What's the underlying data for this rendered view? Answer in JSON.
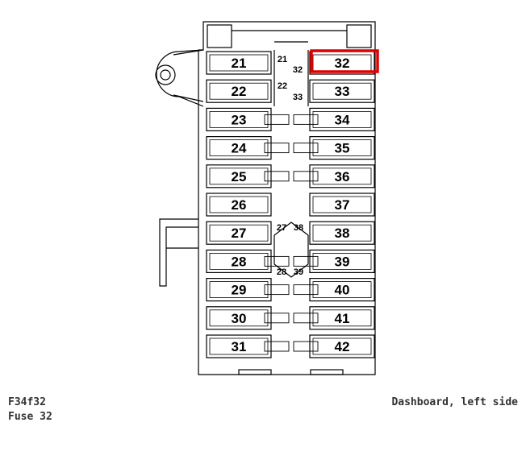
{
  "fusebox": {
    "left_column": [
      "21",
      "22",
      "23",
      "24",
      "25",
      "26",
      "27",
      "28",
      "29",
      "30",
      "31"
    ],
    "right_column": [
      "32",
      "33",
      "34",
      "35",
      "36",
      "37",
      "38",
      "39",
      "40",
      "41",
      "42"
    ],
    "small_labels": {
      "a": [
        "21",
        "32"
      ],
      "b": [
        "22",
        "33"
      ],
      "c": [
        "27",
        "38"
      ],
      "d": [
        "28",
        "39"
      ]
    },
    "highlighted": "32",
    "highlight_color": "#e00000"
  },
  "caption": {
    "code": "F34f32",
    "name": "Fuse 32",
    "location": "Dashboard, left side"
  }
}
